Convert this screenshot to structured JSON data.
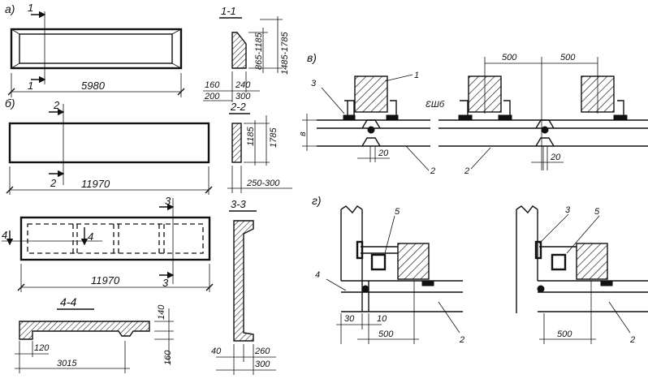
{
  "labels": {
    "a": "а)",
    "b": "б)",
    "v": "в)",
    "g": "г)",
    "sec11": "1-1",
    "sec22": "2-2",
    "sec33": "3-3",
    "sec44": "4-4",
    "cut1": "1",
    "cut2": "2",
    "cut3": "3",
    "cut4": "4"
  },
  "dims": {
    "a_len": "5980",
    "a_h1": "865-1185",
    "a_h2": "1485-1785",
    "a_t1": "160",
    "a_t2": "200",
    "a_w1": "240",
    "a_w2": "300",
    "b_len": "11970",
    "b_h1": "1185",
    "b_h2": "1785",
    "b_w": "250-300",
    "c_len": "11970",
    "c_w1": "40",
    "c_w2": "260",
    "c_w3": "300",
    "d_h1": "140",
    "d_h2": "160",
    "d_l1": "120",
    "d_l2": "3015",
    "v_s1": "500",
    "v_s2": "500",
    "v_d1": "20",
    "v_d2": "20",
    "v_v": "в",
    "g_d1": "30",
    "g_d2": "10",
    "g_d3": "500",
    "g_d4": "500"
  },
  "callouts": {
    "n1": "1",
    "n2a": "2",
    "n2b": "2",
    "n3a": "3",
    "n3b": "3",
    "n4": "4",
    "n5a": "5",
    "n5b": "5",
    "n2c": "2",
    "n2d": "2",
    "skew": "ƐШб"
  }
}
